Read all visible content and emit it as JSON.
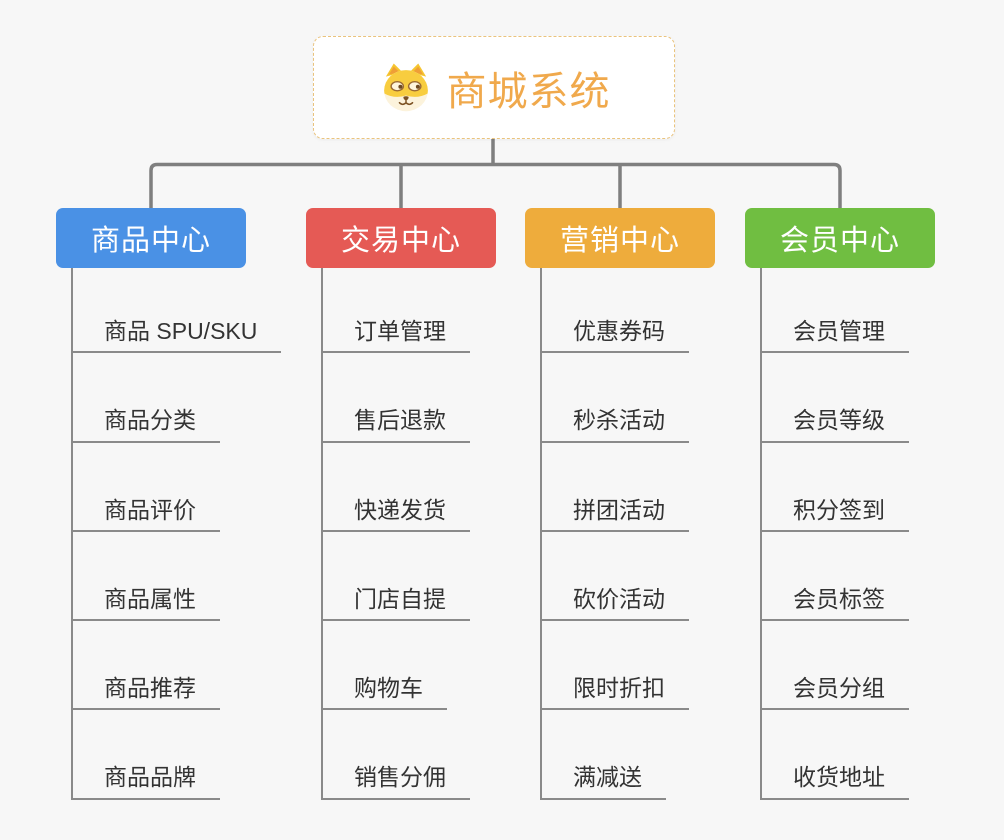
{
  "root": {
    "title": "商城系统",
    "icon": "shiba-dog-icon"
  },
  "branches": [
    {
      "label": "商品中心",
      "color": "#4a91e5",
      "children": [
        "商品 SPU/SKU",
        "商品分类",
        "商品评价",
        "商品属性",
        "商品推荐",
        "商品品牌"
      ]
    },
    {
      "label": "交易中心",
      "color": "#e55a55",
      "children": [
        "订单管理",
        "售后退款",
        "快递发货",
        "门店自提",
        "购物车",
        "销售分佣"
      ]
    },
    {
      "label": "营销中心",
      "color": "#eeac3c",
      "children": [
        "优惠券码",
        "秒杀活动",
        "拼团活动",
        "砍价活动",
        "限时折扣",
        "满减送"
      ]
    },
    {
      "label": "会员中心",
      "color": "#70be41",
      "children": [
        "会员管理",
        "会员等级",
        "积分签到",
        "会员标签",
        "会员分组",
        "收货地址"
      ]
    }
  ],
  "colors": {
    "background": "#f7f7f7",
    "root_title": "#f0a94c",
    "root_border": "#eac37d",
    "main_connector": "#7f7f7f",
    "leaf_line": "#8a8a8a",
    "leaf_text": "#333333",
    "header_text": "#ffffff"
  }
}
